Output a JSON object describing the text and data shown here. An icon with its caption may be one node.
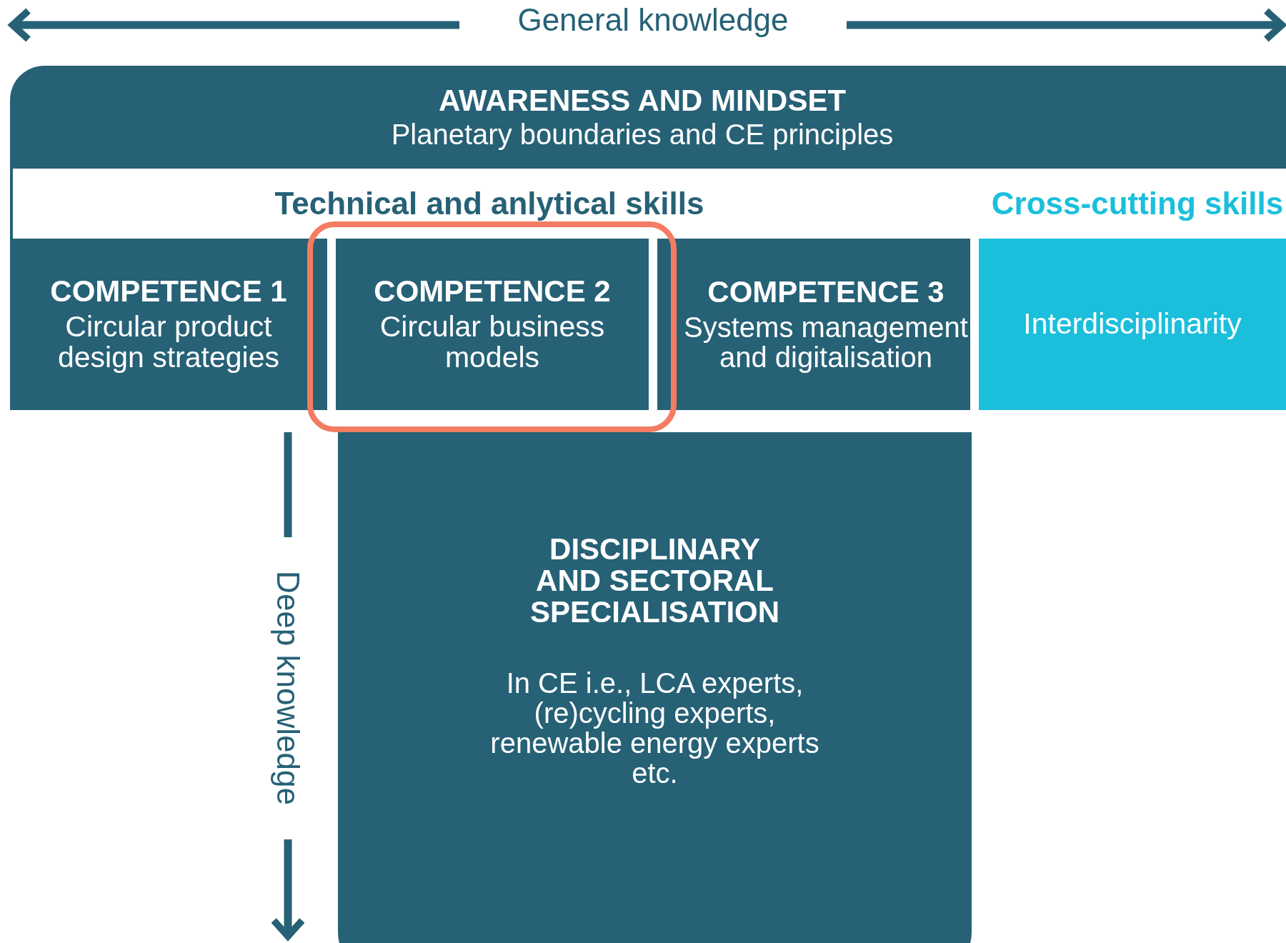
{
  "diagram": {
    "nodes": [
      {
        "text": [
          "AWARENESS AND MINDSET",
          "Planetary boundaries and CE principles"
        ]
      },
      {
        "text": [
          "COMPETENCE 1",
          "Circular product design strategies"
        ]
      },
      {
        "text": [
          "COMPETENCE 2",
          "Circular business models"
        ]
      },
      {
        "text": [
          "COMPETENCE 3",
          "Systems management and digitalisation"
        ]
      },
      {
        "text": [
          "Interdisciplinarity"
        ]
      },
      {
        "text": [
          "DISCIPLINARY AND SECTORAL SPECIALISATION",
          "In CE i.e., LCA experts, (re)cycling experts, renewable energy experts etc."
        ]
      }
    ],
    "labels": [
      "General knowledge",
      "Technical and anlytical skills",
      "Cross-cutting skills",
      "Deep knowledge"
    ]
  }
}
